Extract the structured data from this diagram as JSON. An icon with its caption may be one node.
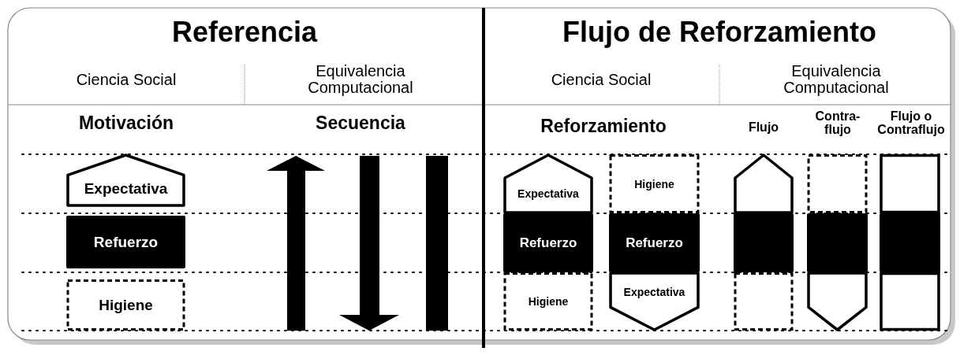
{
  "diagram": {
    "nodes": [
      {
        "text": [
          "Expectativa"
        ]
      },
      {
        "text": [
          "Refuerzo"
        ]
      },
      {
        "text": [
          "Higiene"
        ]
      },
      {
        "text": [
          "Expectativa"
        ]
      },
      {
        "text": [
          "Refuerzo"
        ]
      },
      {
        "text": [
          "Higiene"
        ]
      },
      {
        "text": [
          "Higiene"
        ]
      },
      {
        "text": [
          "Refuerzo"
        ]
      },
      {
        "text": [
          "Expectativa"
        ]
      },
      {
        "text": [],
        "shape": "pentagon"
      },
      {
        "text": [],
        "shape": "box"
      },
      {
        "text": [],
        "shape": "box"
      },
      {
        "text": [],
        "shape": "box"
      },
      {
        "text": [],
        "shape": "box"
      },
      {
        "text": [],
        "shape": "pentagon"
      },
      {
        "text": [],
        "shape": "box"
      },
      {
        "text": [],
        "shape": "box"
      },
      {
        "text": [],
        "shape": "box"
      }
    ],
    "labels": [
      "Referencia",
      "Flujo de Reforzamiento",
      "Ciencia Social",
      "Equivalencia Computacional",
      "Ciencia Social",
      "Equivalencia Computacional",
      "Motivación",
      "Secuencia",
      "Reforzamiento",
      "Flujo",
      "Contra- flujo",
      "Flujo o Contraflujo"
    ]
  }
}
